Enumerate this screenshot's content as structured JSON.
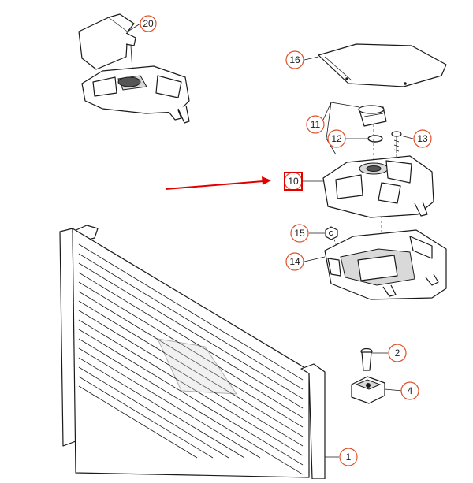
{
  "diagram": {
    "callouts": [
      {
        "id": "c20",
        "label": "20"
      },
      {
        "id": "c16",
        "label": "16"
      },
      {
        "id": "c11",
        "label": "11"
      },
      {
        "id": "c12",
        "label": "12"
      },
      {
        "id": "c13",
        "label": "13"
      },
      {
        "id": "c10",
        "label": "10"
      },
      {
        "id": "c15",
        "label": "15"
      },
      {
        "id": "c14",
        "label": "14"
      },
      {
        "id": "c2",
        "label": "2"
      },
      {
        "id": "c4",
        "label": "4"
      },
      {
        "id": "c1",
        "label": "1"
      }
    ],
    "highlight_label": "10",
    "colors": {
      "callout_circle": "#e0502a",
      "highlight_box": "#e00000",
      "arrow": "#e00000",
      "linework": "#1a1a1a"
    }
  }
}
